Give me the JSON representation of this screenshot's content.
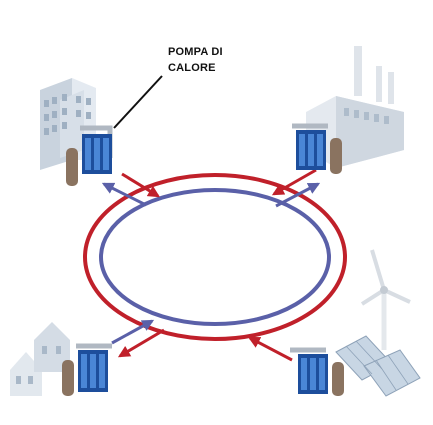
{
  "callout": {
    "line1": "POMPA DI",
    "line2": "CALORE"
  },
  "colors": {
    "supply_ring": "#c0202a",
    "return_ring": "#5a60a8",
    "heat_pump_body": "#1d4e9c",
    "heat_pump_tank": "#8a7360",
    "building_light": "#dfe6ee",
    "building_shade": "#b9c4d0",
    "pipe_grey": "#b0b8c2"
  },
  "nodes": [
    {
      "id": "apartment-block",
      "icon": "apartment-buildings-icon"
    },
    {
      "id": "factory",
      "icon": "factory-icon"
    },
    {
      "id": "houses",
      "icon": "houses-icon"
    },
    {
      "id": "renewables",
      "icon": "wind-turbine-solar-panel-icon"
    }
  ]
}
